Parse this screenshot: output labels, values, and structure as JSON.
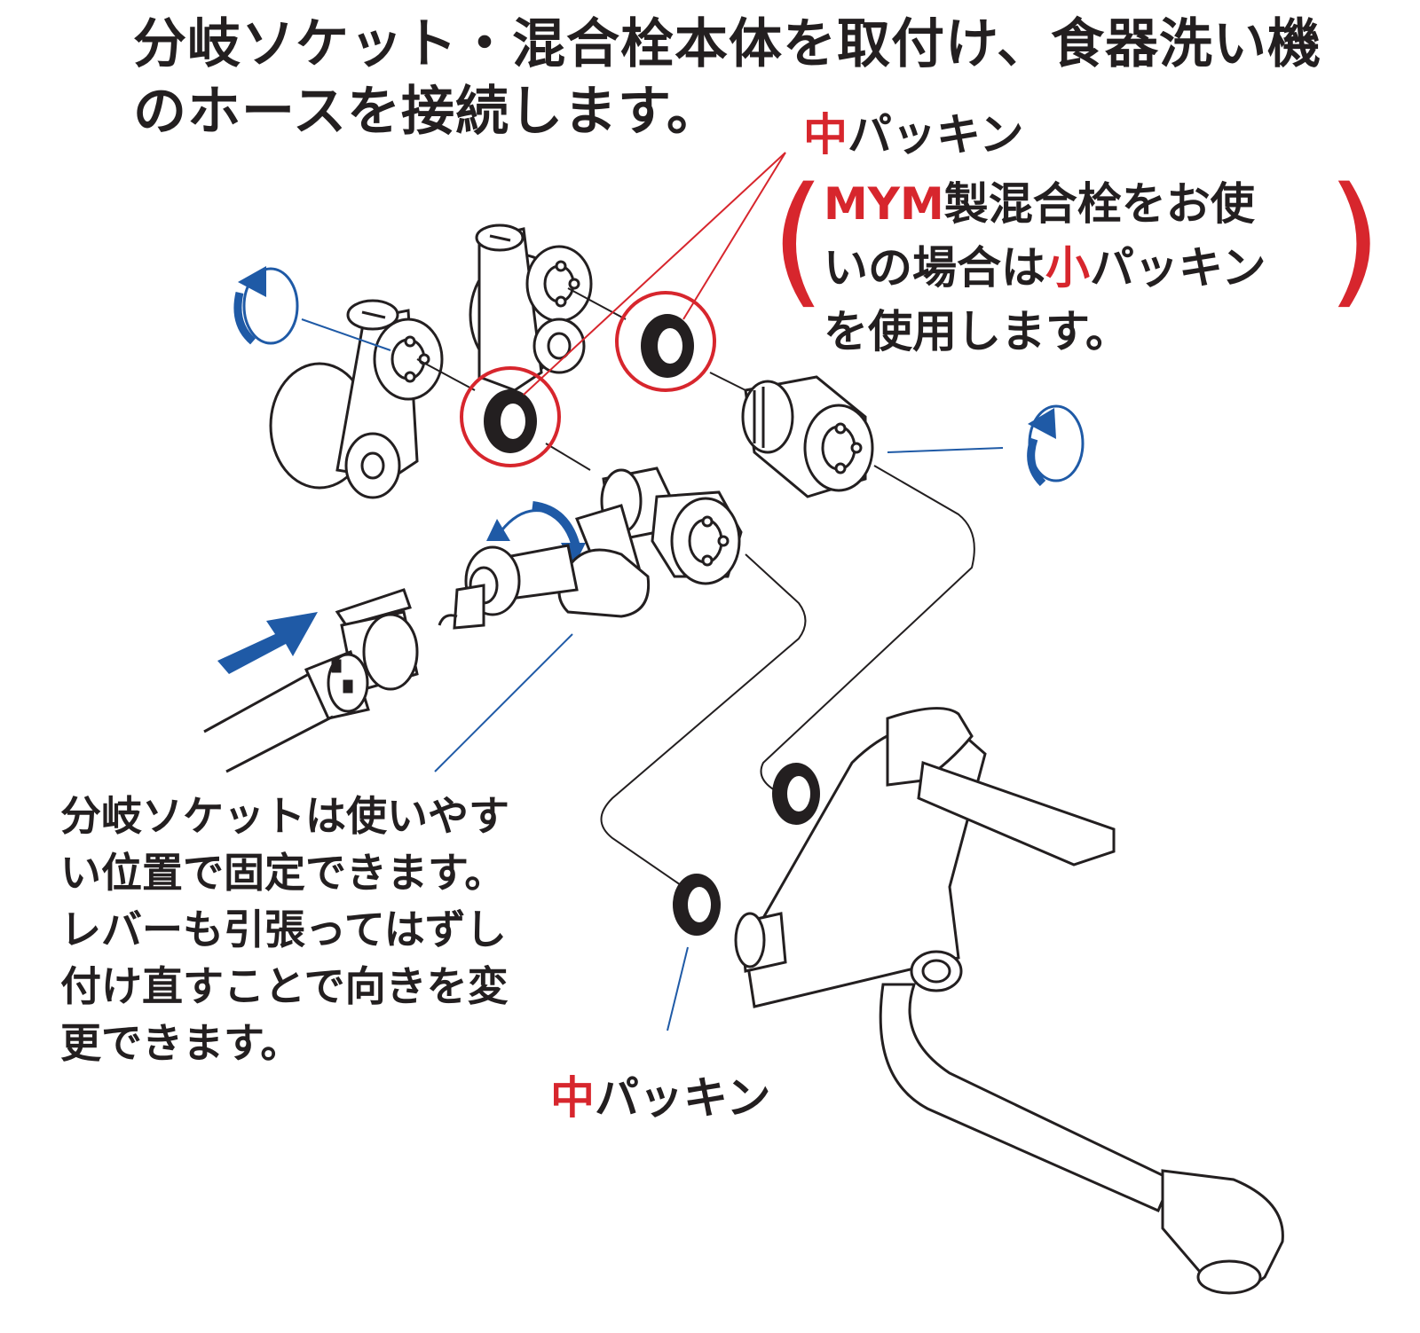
{
  "heading": {
    "line1": "分岐ソケット・混合栓本体を取付け、食器洗い機",
    "line2": "のホースを接続します。"
  },
  "top_label": {
    "strong": "中",
    "rest": "パッキン"
  },
  "mym_note": {
    "open_paren": "(",
    "close_paren": ")",
    "brand": "MYM",
    "line1_rest": "製混合栓をお使",
    "line2_pre": "いの場合は",
    "line2_strong": "小",
    "line2_rest": "パッキン",
    "line3": "を使用します。"
  },
  "socket_note": {
    "line1": "分岐ソケットは使いやす",
    "line2": "い位置で固定できます。",
    "line3": "レバーも引張ってはずし",
    "line4": "付け直すことで向きを変",
    "line5": "更できます。"
  },
  "bottom_label": {
    "strong": "中",
    "rest": "パッキン"
  },
  "colors": {
    "accent_red": "#d7262d",
    "arrow_blue": "#1f5aa6",
    "line_art": "#231f20"
  },
  "icons": [
    "rotate-arrow-icon",
    "push-arrow-icon",
    "packing-ring-icon"
  ]
}
